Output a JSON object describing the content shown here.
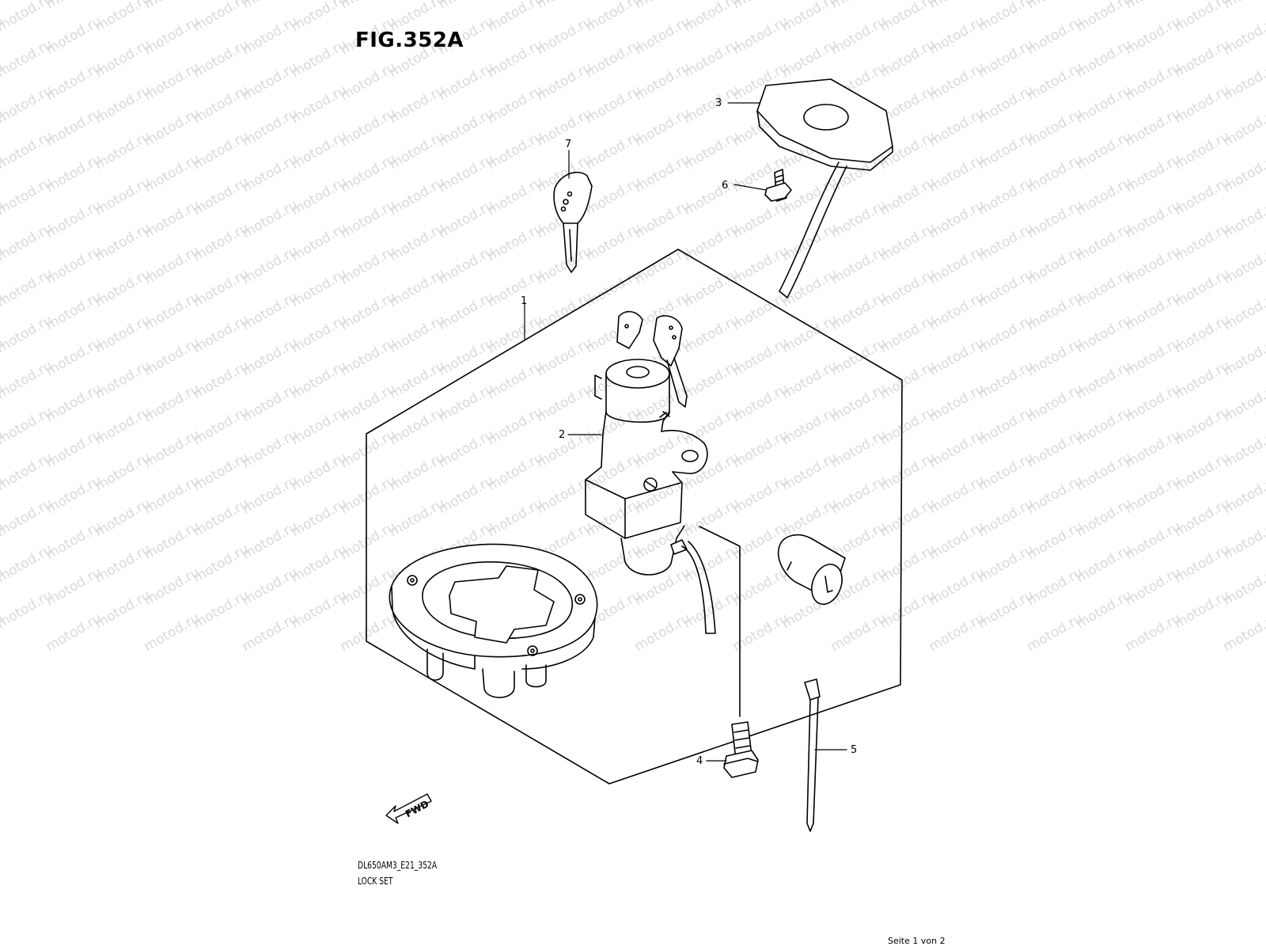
{
  "figure": {
    "title": "FIG.352A",
    "code": "DL650AM3_E21_352A",
    "name": "LOCK SET",
    "page": "Seite 1 von 2"
  },
  "watermark": "motod.ru",
  "forward_marker": "FWD",
  "callouts": [
    "1",
    "2",
    "3",
    "4",
    "5",
    "6",
    "7"
  ]
}
